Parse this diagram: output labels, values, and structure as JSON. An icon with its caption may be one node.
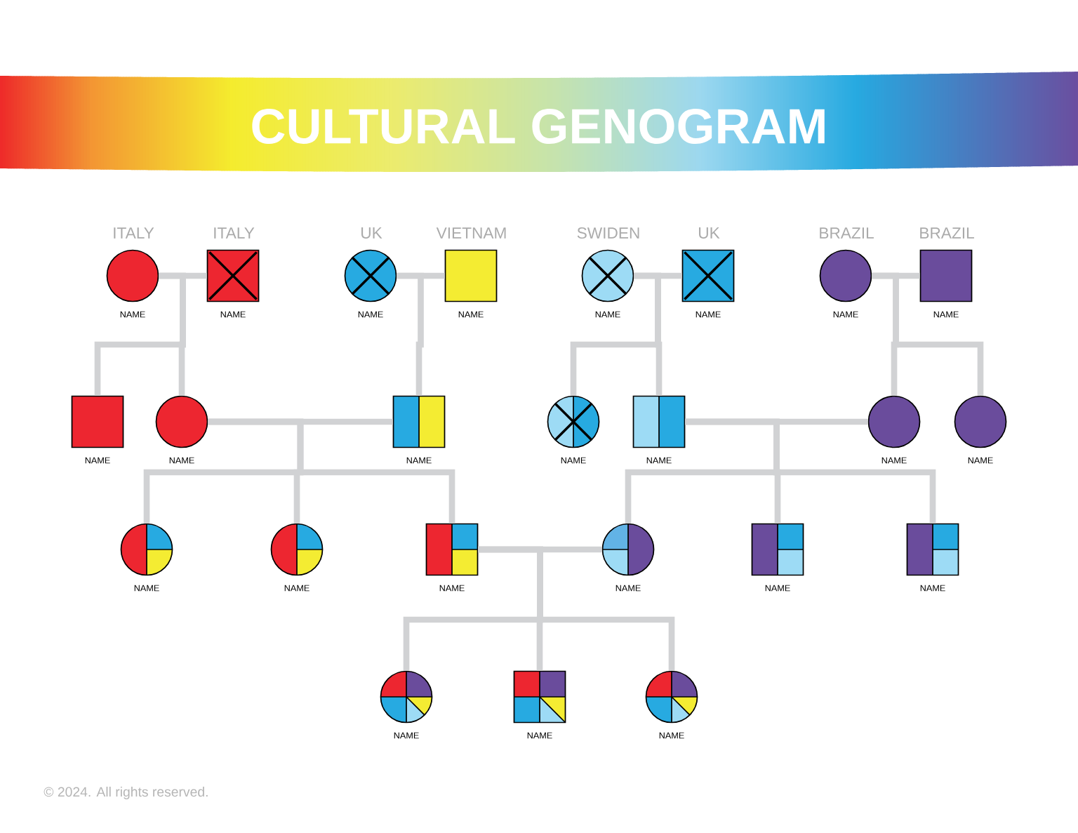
{
  "diagram": {
    "title": "CULTURAL GENOGRAM",
    "nodes": [
      {
        "text": [],
        "shape": "circle",
        "beside": [
          "ITALY",
          "NAME"
        ]
      },
      {
        "text": [],
        "shape": "box",
        "beside": [
          "ITALY",
          "NAME"
        ]
      },
      {
        "text": [],
        "shape": "circle",
        "beside": [
          "UK",
          "NAME"
        ]
      },
      {
        "text": [],
        "shape": "box",
        "beside": [
          "VIETNAM",
          "NAME"
        ]
      },
      {
        "text": [],
        "shape": "circle",
        "beside": [
          "SWIDEN",
          "NAME"
        ]
      },
      {
        "text": [],
        "shape": "box",
        "beside": [
          "UK",
          "NAME"
        ]
      },
      {
        "text": [],
        "shape": "circle",
        "beside": [
          "BRAZIL",
          "NAME"
        ]
      },
      {
        "text": [],
        "shape": "box",
        "beside": [
          "BRAZIL",
          "NAME"
        ]
      },
      {
        "text": [],
        "shape": "box",
        "beside": [
          "NAME"
        ]
      },
      {
        "text": [],
        "shape": "circle",
        "beside": [
          "NAME"
        ]
      },
      {
        "text": [],
        "shape": "box",
        "beside": [
          "NAME"
        ]
      },
      {
        "text": [],
        "shape": "circle",
        "beside": [
          "NAME"
        ]
      },
      {
        "text": [],
        "shape": "box",
        "beside": [
          "NAME"
        ]
      },
      {
        "text": [],
        "shape": "circle",
        "beside": [
          "NAME"
        ]
      },
      {
        "text": [],
        "shape": "circle",
        "beside": [
          "NAME"
        ]
      },
      {
        "text": [],
        "shape": "circle",
        "beside": [
          "NAME"
        ]
      },
      {
        "text": [],
        "shape": "circle",
        "beside": [
          "NAME"
        ]
      },
      {
        "text": [],
        "shape": "box",
        "beside": [
          "NAME"
        ]
      },
      {
        "text": [],
        "shape": "circle",
        "beside": [
          "NAME"
        ]
      },
      {
        "text": [],
        "shape": "box",
        "beside": [
          "NAME"
        ]
      },
      {
        "text": [],
        "shape": "box",
        "beside": [
          "NAME"
        ]
      },
      {
        "text": [],
        "shape": "circle",
        "beside": [
          "NAME"
        ]
      },
      {
        "text": [],
        "shape": "box",
        "beside": [
          "NAME"
        ]
      },
      {
        "text": [],
        "shape": "circle",
        "beside": [
          "NAME"
        ]
      }
    ],
    "edges": [
      {
        "from": 0,
        "to": 1,
        "arrow": "none"
      },
      {
        "from": 2,
        "to": 3,
        "arrow": "none"
      },
      {
        "from": 4,
        "to": 5,
        "arrow": "none"
      },
      {
        "from": 6,
        "to": 7,
        "arrow": "none"
      },
      {
        "from": 0,
        "to": 8,
        "arrow": "none"
      },
      {
        "from": 0,
        "to": 9,
        "arrow": "none"
      },
      {
        "from": 2,
        "to": 10,
        "arrow": "none"
      },
      {
        "from": 4,
        "to": 11,
        "arrow": "none"
      },
      {
        "from": 4,
        "to": 12,
        "arrow": "none"
      },
      {
        "from": 6,
        "to": 13,
        "arrow": "none"
      },
      {
        "from": 6,
        "to": 14,
        "arrow": "none"
      },
      {
        "from": 9,
        "to": 10,
        "arrow": "none"
      },
      {
        "from": 12,
        "to": 13,
        "arrow": "none"
      },
      {
        "from": 9,
        "to": 15,
        "arrow": "none"
      },
      {
        "from": 9,
        "to": 16,
        "arrow": "none"
      },
      {
        "from": 9,
        "to": 17,
        "arrow": "none"
      },
      {
        "from": 12,
        "to": 18,
        "arrow": "none"
      },
      {
        "from": 12,
        "to": 19,
        "arrow": "none"
      },
      {
        "from": 12,
        "to": 20,
        "arrow": "none"
      },
      {
        "from": 17,
        "to": 18,
        "arrow": "none"
      },
      {
        "from": 17,
        "to": 21,
        "arrow": "none"
      },
      {
        "from": 17,
        "to": 22,
        "arrow": "none"
      },
      {
        "from": 17,
        "to": 23,
        "arrow": "none"
      }
    ],
    "labels": [
      "© 2024. All rights reserved."
    ]
  }
}
